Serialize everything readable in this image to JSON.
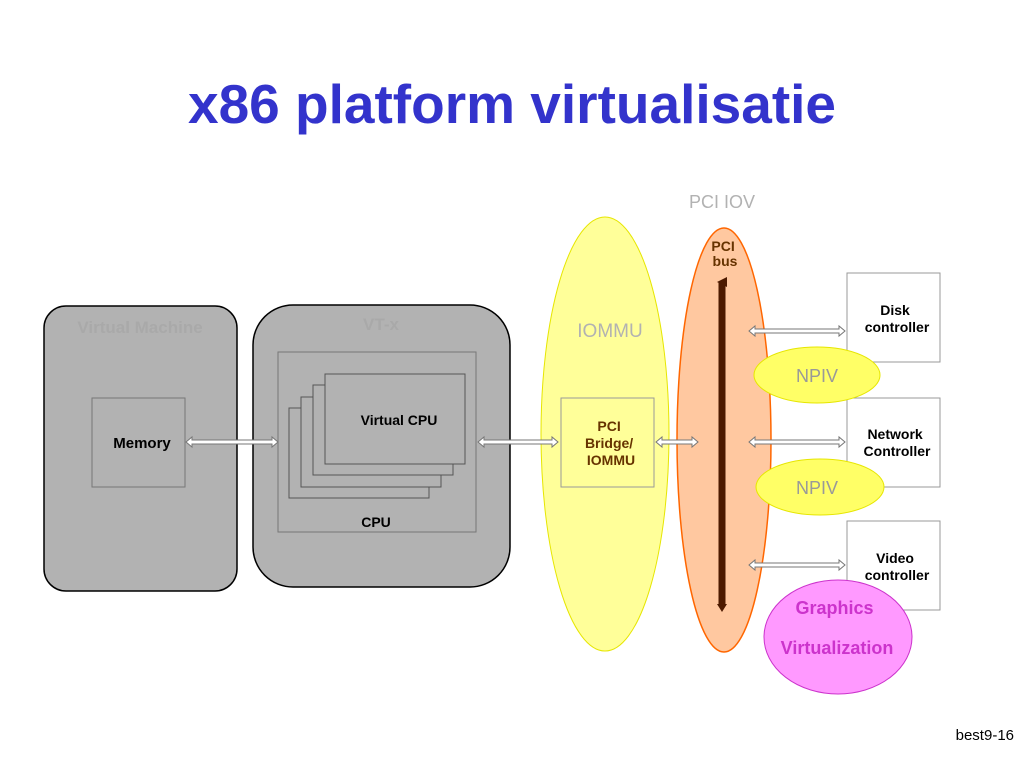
{
  "slide": {
    "title": "x86 platform virtualisatie",
    "footer": "best9-16"
  },
  "diagram": {
    "left_panel_label": "Virtual Machine",
    "vtx_panel_label": "VT-x",
    "memory_label": "Memory",
    "virtual_cpu_label": "Virtual CPU",
    "cpu_label": "CPU",
    "pci_bridge_label": [
      "PCI",
      "Bridge/",
      "IOMMU"
    ],
    "iommu_label": "IOMMU",
    "pci_iov_label": "PCI IOV",
    "pci_bus_label": [
      "PCI",
      "bus"
    ],
    "disk_controller_label": [
      "Disk",
      "controller"
    ],
    "network_controller_label": [
      "Network",
      "Controller"
    ],
    "video_controller_label": [
      "Video",
      "controller"
    ],
    "npiv_label_1": "NPIV",
    "npiv_label_2": "NPIV",
    "graphics_virtualization_label": [
      "Graphics",
      "Virtualization"
    ],
    "colors": {
      "title": "#3333cc",
      "panel_fill": "#b2b2b2",
      "iommu_fill": "#ffff99",
      "iommu_text": "#b2b2b2",
      "pci_iov_fill": "#ffc8a0",
      "pci_iov_stroke": "#ff6600",
      "pci_bus_text": "#663300",
      "bus_bar": "#4d1a00",
      "npiv_fill": "#ffff66",
      "npiv_text": "#999999",
      "graphics_fill": "#ff99ff",
      "graphics_text": "#cc33cc"
    }
  }
}
